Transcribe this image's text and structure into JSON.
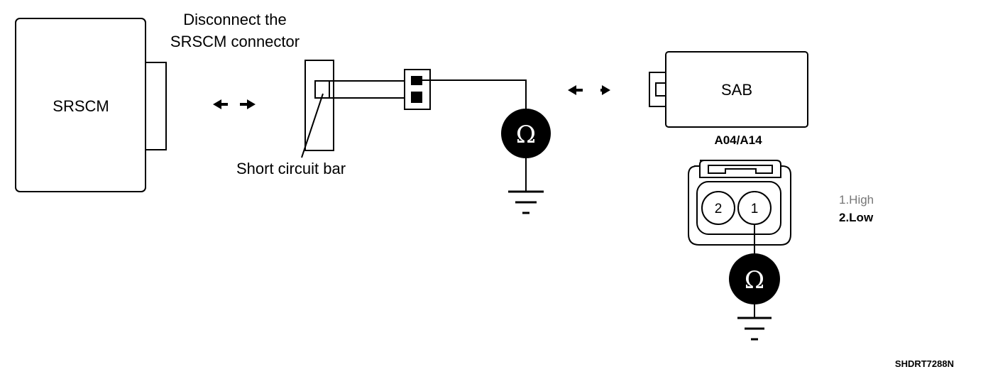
{
  "diagram": {
    "srscm_label": "SRSCM",
    "sab_label": "SAB",
    "instruction_line1": "Disconnect the",
    "instruction_line2": "SRSCM connector",
    "short_bar_label": "Short circuit bar",
    "connector_label": "A04/A14",
    "pin_2": "2",
    "pin_1": "1",
    "ohm_symbol": "Ω",
    "legend": {
      "high": "1.High",
      "low": "2.Low"
    },
    "figure_code": "SHDRT7288N"
  }
}
